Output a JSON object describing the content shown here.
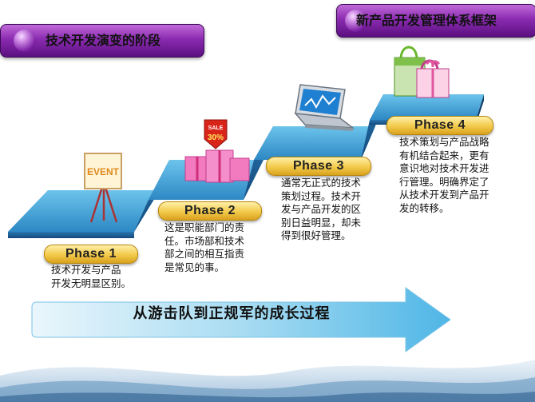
{
  "header": {
    "left_title": "技术开发演变的阶段",
    "right_title": "新产品开发管理体系框架"
  },
  "phases": [
    {
      "label": "Phase 1",
      "desc": [
        "技术开发与产品",
        "开发无明显区别。"
      ]
    },
    {
      "label": "Phase 2",
      "desc": [
        "这是职能部门的责",
        "任。市场部和技术",
        "部之间的相互指责",
        "是常见的事。"
      ]
    },
    {
      "label": "Phase 3",
      "desc": [
        "通常无正式的技术",
        "策划过程。技术开",
        "发与产品开发的区",
        "别日益明显，却未",
        "得到很好管理。"
      ]
    },
    {
      "label": "Phase 4",
      "desc": [
        "技术策划与产品战略",
        "有机结合起来，更有",
        "意识地对技术开发进",
        "行管理。明确界定了",
        "从技术开发到产品开",
        "发的转移。"
      ]
    }
  ],
  "illustrations": {
    "easel_text": "EVENT",
    "sale_tag_top": "SALE",
    "sale_tag_value": "30%"
  },
  "arrow_text": "从游击队到正规军的成长过程",
  "colors": {
    "step_top": "#3aa0d6",
    "step_side": "#1d5f98",
    "tab_purple": "#8a2bb0",
    "phase_gold": "#f2c94a",
    "arrow_blue": "#6fc3ea"
  }
}
